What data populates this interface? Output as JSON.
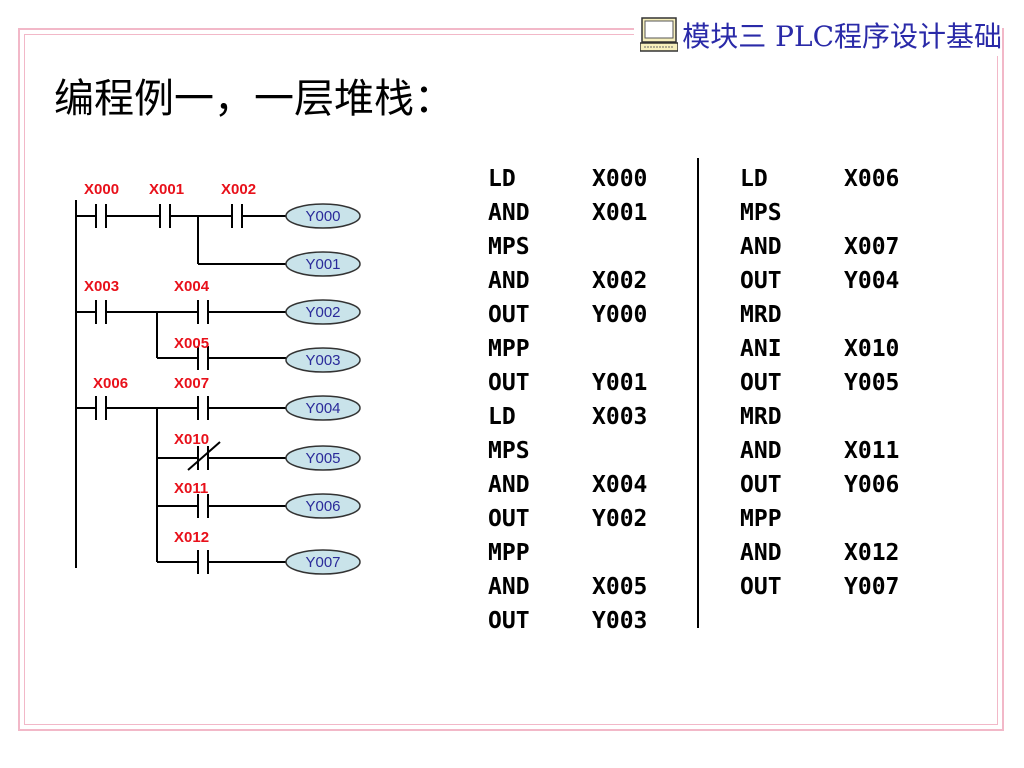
{
  "header": {
    "icon": "computer-monitor-icon",
    "text": "模块三 PLC程序设计基础"
  },
  "title": "编程例一，一层堆栈：",
  "ladder": {
    "contact_labels": {
      "x000": "X000",
      "x001": "X001",
      "x002": "X002",
      "x003": "X003",
      "x004": "X004",
      "x005": "X005",
      "x006": "X006",
      "x007": "X007",
      "x010": "X010",
      "x011": "X011",
      "x012": "X012"
    },
    "coils": [
      "Y000",
      "Y001",
      "Y002",
      "Y003",
      "Y004",
      "Y005",
      "Y006",
      "Y007"
    ],
    "colors": {
      "contact_label": "#e8101a",
      "coil_fill": "#c9e3ea",
      "coil_text": "#2a2a9a",
      "line": "#000000"
    }
  },
  "instructions_left": [
    {
      "op": "LD",
      "arg": "X000"
    },
    {
      "op": "AND",
      "arg": "X001"
    },
    {
      "op": "MPS",
      "arg": ""
    },
    {
      "op": "AND",
      "arg": "X002"
    },
    {
      "op": "OUT",
      "arg": "Y000"
    },
    {
      "op": "MPP",
      "arg": ""
    },
    {
      "op": "OUT",
      "arg": "Y001"
    },
    {
      "op": "LD",
      "arg": "X003"
    },
    {
      "op": "MPS",
      "arg": ""
    },
    {
      "op": "AND",
      "arg": "X004"
    },
    {
      "op": "OUT",
      "arg": "Y002"
    },
    {
      "op": "MPP",
      "arg": ""
    },
    {
      "op": "AND",
      "arg": "X005"
    },
    {
      "op": "OUT",
      "arg": "Y003"
    }
  ],
  "instructions_right": [
    {
      "op": "LD",
      "arg": "X006"
    },
    {
      "op": "MPS",
      "arg": ""
    },
    {
      "op": "AND",
      "arg": "X007"
    },
    {
      "op": "OUT",
      "arg": "Y004"
    },
    {
      "op": "MRD",
      "arg": ""
    },
    {
      "op": "ANI",
      "arg": "X010"
    },
    {
      "op": "OUT",
      "arg": "Y005"
    },
    {
      "op": "MRD",
      "arg": ""
    },
    {
      "op": "AND",
      "arg": "X011"
    },
    {
      "op": "OUT",
      "arg": "Y006"
    },
    {
      "op": "MPP",
      "arg": ""
    },
    {
      "op": "AND",
      "arg": "X012"
    },
    {
      "op": "OUT",
      "arg": "Y007"
    }
  ]
}
